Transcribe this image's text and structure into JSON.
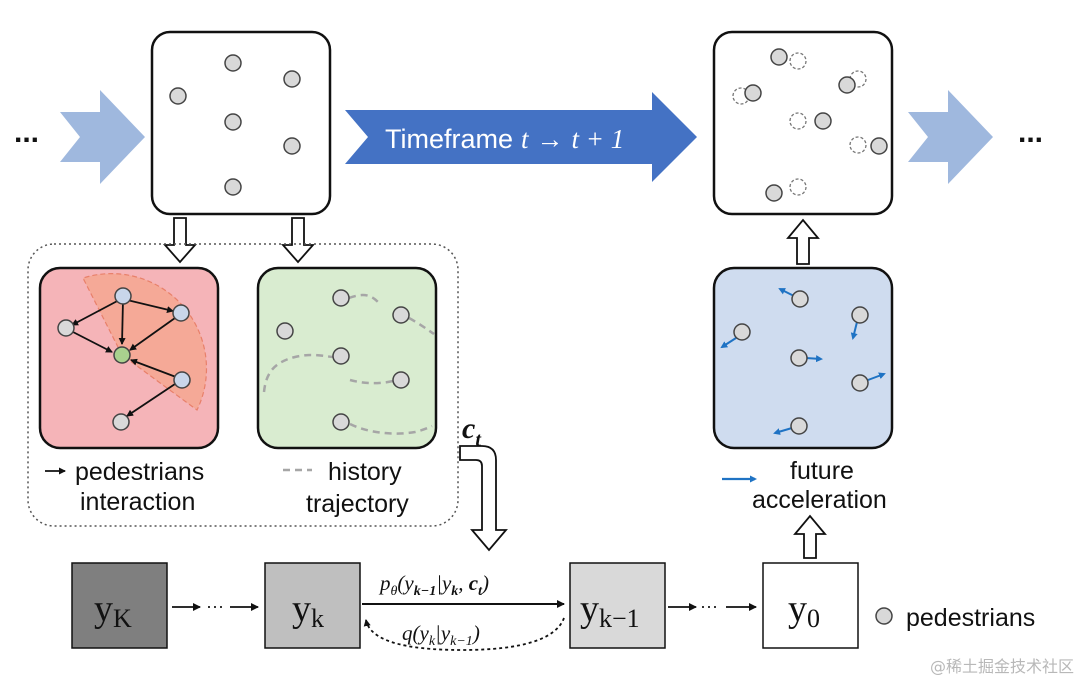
{
  "top_row": {
    "ellipsis_left": "...",
    "ellipsis_right": "...",
    "timeframe_label": "Timeframe",
    "timeframe_t": "t",
    "timeframe_arrow": "→",
    "timeframe_expr": "t + 1"
  },
  "context": {
    "interaction_legend": "pedestrians",
    "interaction_legend_line2": "interaction",
    "history_legend": "history",
    "history_legend_line2": "trajectory",
    "ct_label": "c",
    "ct_sub": "t"
  },
  "future": {
    "legend_line1": "future",
    "legend_line2": "acceleration"
  },
  "chain": {
    "yK": {
      "base": "y",
      "sub": "K"
    },
    "yk": {
      "base": "y",
      "sub": "k"
    },
    "yk1": {
      "base": "y",
      "sub": "k−1"
    },
    "y0": {
      "base": "y",
      "sub": "0"
    },
    "ellipsis_a": "···",
    "ellipsis_b": "···",
    "p_label": "p",
    "p_theta": "θ",
    "p_args": "(y",
    "p_sub1": "k−1",
    "p_bar": "|y",
    "p_sub2": "k",
    "p_comma": ", ",
    "p_c": "c",
    "p_csub": "t",
    "p_close": ")",
    "q_label": "q",
    "q_args": "(y",
    "q_sub1": "k",
    "q_bar": "|y",
    "q_sub2": "k−1",
    "q_close": ")"
  },
  "legend": {
    "pedestrians": "pedestrians"
  },
  "watermark": "@稀土掘金技术社区",
  "colors": {
    "light_arrow": "#9fb8de",
    "dark_arrow": "#4472c4",
    "accel_arrow": "#1f73c4",
    "red_panel": "#f5b4b8",
    "green_panel": "#d9ecd0",
    "blue_panel": "#cfdcef",
    "yK_box": "#7f7f7f",
    "yk_box": "#bfbfbf",
    "yk1_box": "#d9d9d9",
    "node_fill": "#d9d9d9",
    "ped_node_fill": "#c9d6ea",
    "target_node": "#a9d18e"
  }
}
